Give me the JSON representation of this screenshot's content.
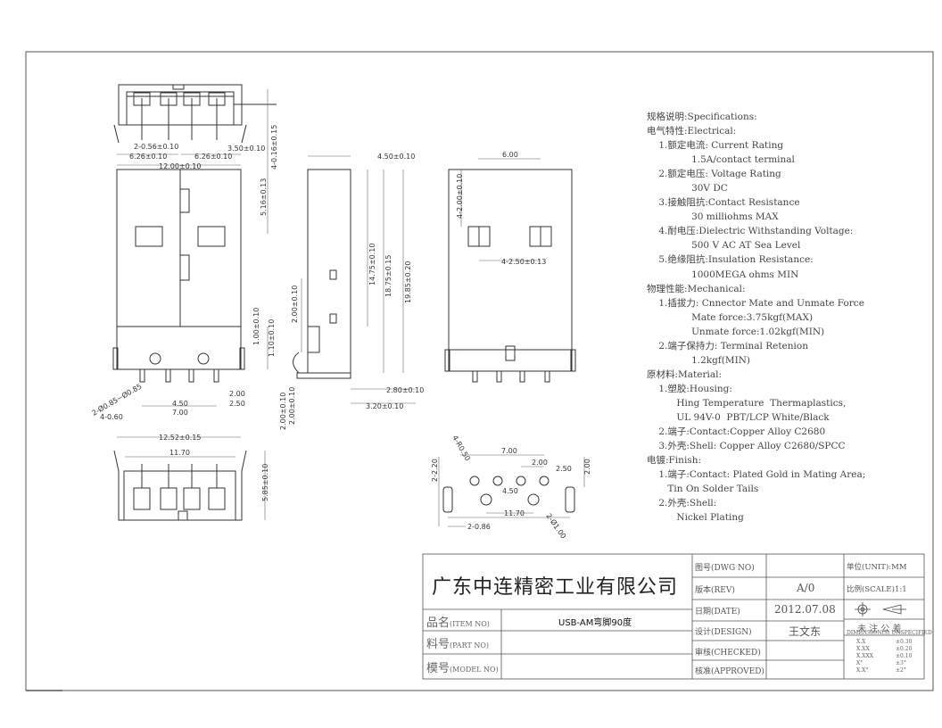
{
  "drawing": {
    "front_dims": [
      "2-0.56±0.10",
      "3.50±0.10",
      "6.26±0.10",
      "6.26±0.10",
      "12.00±0.10",
      "4-0.16±0.15",
      "5.16±0.13",
      "1.00±0.10",
      "1.10±0.10",
      "2-Ø0.85~Ø0.85",
      "4-0.60",
      "4.50",
      "7.00",
      "2.00",
      "2.50"
    ],
    "side_dims": [
      "4.50±0.10",
      "14.75±0.10",
      "18.75±0.15",
      "19.85±0.20",
      "2.00±0.10",
      "2.80±0.10",
      "3.20±0.10",
      "2.00±0.10",
      "2.00±0.10"
    ],
    "back_dims": [
      "6.00",
      "4-2.00±0.10",
      "4-2.50±0.13"
    ],
    "bottom_dims": [
      "12.52±0.15",
      "11.70",
      "5.85±0.10"
    ],
    "pcb_dims": [
      "4-R0.50",
      "7.00",
      "2.00",
      "2.50",
      "2.00",
      "2-2.20",
      "4.50",
      "11.70",
      "2-0.86",
      "2-Ø1.00"
    ]
  },
  "specs": {
    "lines": [
      "规格说明:Specifications:",
      "电气特性:Electrical:",
      "    1.额定电流: Current Rating",
      "               1.5A/contact terminal",
      "    2.额定电压: Voltage Rating",
      "               30V DC",
      "    3.接触阻抗:Contact Resistance",
      "               30 milliohms MAX",
      "    4.耐电压:Dielectric Withstanding Voltage:",
      "               500 V AC AT Sea Level",
      "    5.绝缘阻抗:Insulation Resistance:",
      "               1000MEGA ohms MIN",
      "物理性能:Mechanical:",
      "    1.插拔力: Cnnector Mate and Unmate Force",
      "               Mate force:3.75kgf(MAX)",
      "               Unmate force:1.02kgf(MIN)",
      "    2.端子保持力: Terminal Retenion",
      "               1.2kgf(MIN)",
      "原材料:Material:",
      "    1.塑胶:Housing:",
      "          Hing Temperature  Thermaplastics,",
      "          UL 94V-0  PBT/LCP White/Black",
      "    2.端子:Contact:Copper Alloy C2680",
      "    3.外壳:Shell: Copper Alloy C2680/SPCC",
      "电镀:Finish:",
      "    1.端子:Contact: Plated Gold in Mating Area;",
      "       Tin On Solder Tails",
      "    2.外壳:Shell:",
      "          Nickel Plating"
    ]
  },
  "title_block": {
    "company": "广东中连精密工业有限公司",
    "item_label": "品名",
    "item_label_en": "(ITEM NO)",
    "item_value": "USB-AM弯脚90度",
    "part_label": "料号",
    "part_label_en": "(PART NO)",
    "model_label": "模号",
    "model_label_en": "(MODEL NO)",
    "dwg_label": "图号(DWG NO)",
    "rev_label": "版本(REV)",
    "rev_value": "A/0",
    "date_label": "日期(DATE)",
    "date_value": "2012.07.08",
    "design_label": "设计(DESIGN)",
    "design_value": "王文东",
    "checked_label": "审核(CHECKED)",
    "approved_label": "核准(APPROVED)",
    "unit_label": "单位(UNIT):MM",
    "scale_label": "比例(SCALE)1:1",
    "tolerance_title": "未 注 公 差",
    "tolerance_sub": "DIMENSION(S) UNSPECIFIED",
    "tolerances": [
      {
        "k": "X.X",
        "v": "±0.30"
      },
      {
        "k": "X.XX",
        "v": "±0.20"
      },
      {
        "k": "X.XXX",
        "v": "±0.10"
      },
      {
        "k": "X°",
        "v": "±3°"
      },
      {
        "k": "X.X°",
        "v": "±2°"
      }
    ]
  }
}
